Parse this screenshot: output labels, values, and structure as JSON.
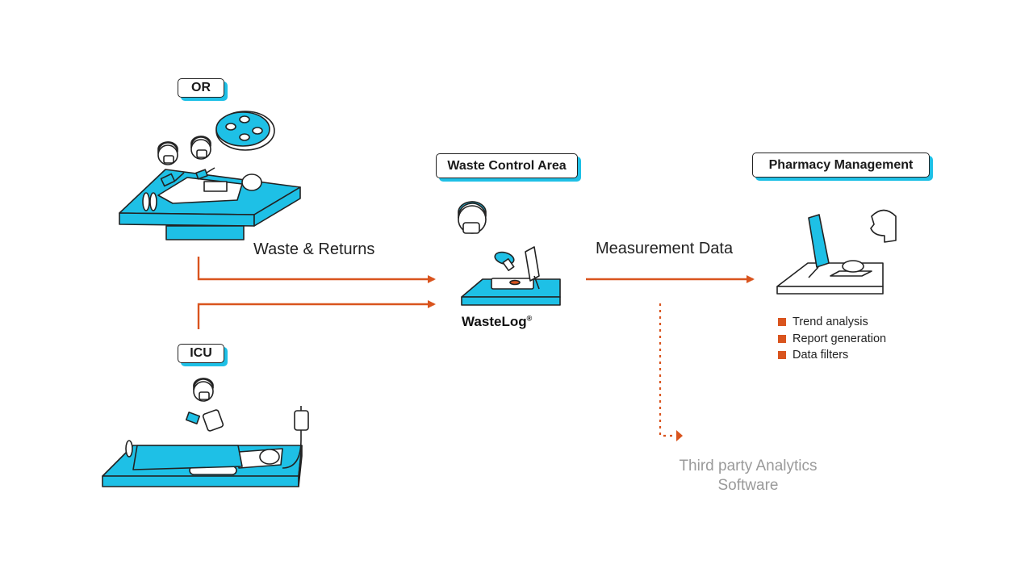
{
  "labels": {
    "or": "OR",
    "icu": "ICU",
    "waste_control": "Waste Control Area",
    "pharmacy": "Pharmacy Management"
  },
  "flows": {
    "waste_returns": "Waste & Returns",
    "measurement": "Measurement Data"
  },
  "brand": {
    "name": "WasteLog",
    "mark": "®"
  },
  "features": [
    "Trend analysis",
    "Report generation",
    "Data filters"
  ],
  "third_party": {
    "line1": "Third party Analytics",
    "line2": "Software"
  },
  "colors": {
    "accent": "#1ec0e6",
    "arrow": "#d9541e",
    "ink": "#222222",
    "muted": "#9a9a9a"
  }
}
